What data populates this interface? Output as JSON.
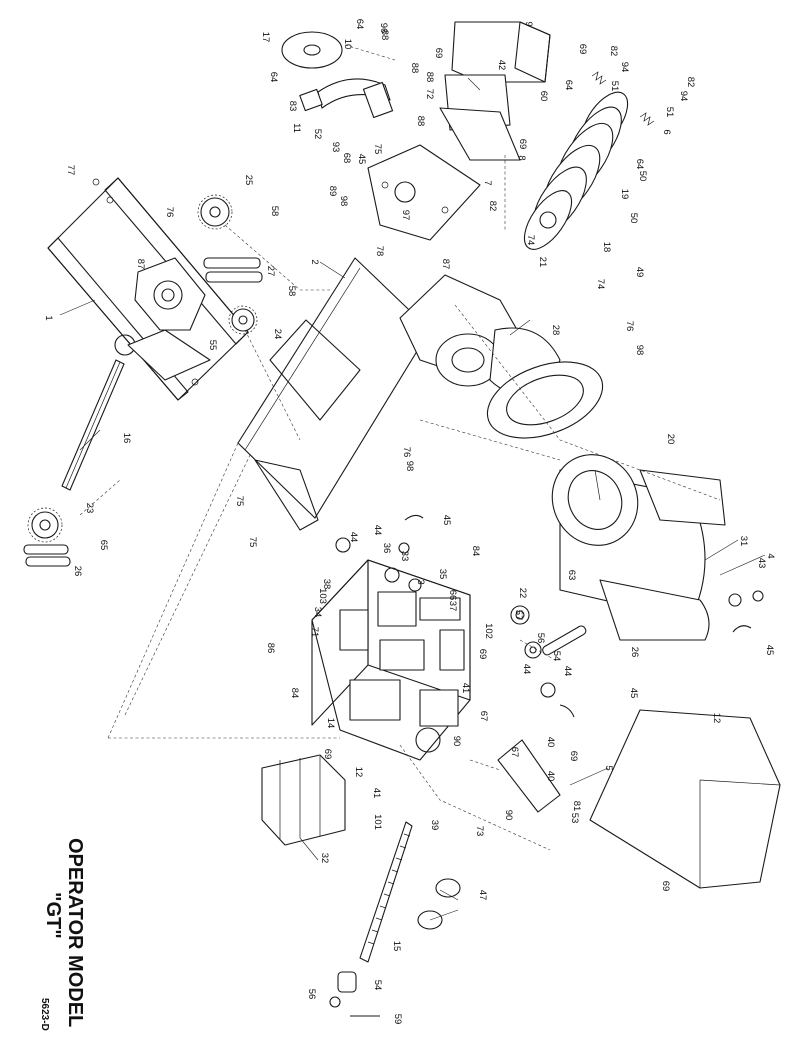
{
  "title": {
    "line1": "OPERATOR MODEL",
    "line2": "\"GT\""
  },
  "document_number": "5623-D",
  "part_labels": [
    "1",
    "2",
    "3",
    "4",
    "5",
    "6",
    "7",
    "8",
    "9",
    "10",
    "11",
    "12",
    "14",
    "15",
    "16",
    "17",
    "18",
    "19",
    "20",
    "21",
    "22",
    "23",
    "24",
    "25",
    "26",
    "27",
    "28",
    "31",
    "32",
    "33",
    "34",
    "35",
    "36",
    "37",
    "38",
    "39",
    "40",
    "41",
    "42",
    "43",
    "44",
    "45",
    "47",
    "49",
    "50",
    "51",
    "52",
    "53",
    "54",
    "55",
    "56",
    "57",
    "58",
    "59",
    "60",
    "63",
    "64",
    "65",
    "66",
    "67",
    "68",
    "69",
    "71",
    "72",
    "73",
    "74",
    "75",
    "76",
    "77",
    "78",
    "81",
    "82",
    "83",
    "84",
    "86",
    "87",
    "88",
    "89",
    "90",
    "93",
    "94",
    "96",
    "97",
    "98",
    "101",
    "102",
    "103"
  ]
}
